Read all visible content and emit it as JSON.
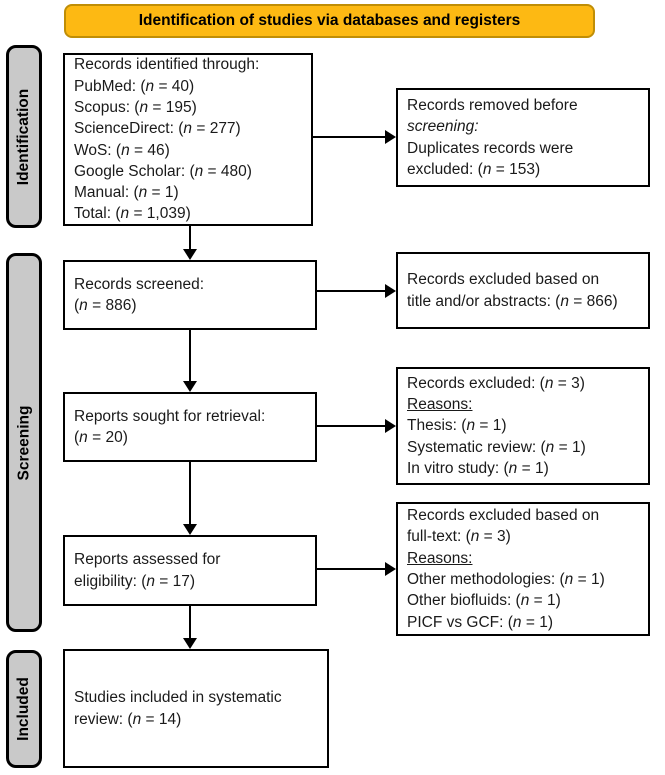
{
  "banner": {
    "label": "Identification of studies via databases and registers"
  },
  "stages": [
    {
      "label": "Identification"
    },
    {
      "label": "Screening"
    },
    {
      "label": "Included"
    }
  ],
  "boxes": {
    "identified": {
      "lines": [
        "Records identified through:",
        "PubMed: (n = 40)",
        "Scopus: (n = 195)",
        "ScienceDirect: (n = 277)",
        "WoS: (n = 46)",
        "Google Scholar: (n = 480)",
        "Manual: (n = 1)",
        "Total: (n = 1,039)"
      ]
    },
    "removed_before_screening": {
      "lines": [
        "Records removed before",
        {
          "text": "screening:",
          "style": "italic"
        },
        "Duplicates records were",
        "excluded: (n = 153)"
      ]
    },
    "screened": {
      "lines": [
        "Records screened:",
        "(n = 886)"
      ]
    },
    "excluded_title_abstract": {
      "lines": [
        "Records excluded based on",
        "title and/or abstracts: (n = 866)"
      ]
    },
    "sought": {
      "lines": [
        "Reports sought for retrieval:",
        "(n = 20)"
      ]
    },
    "excluded_retrieval": {
      "lines": [
        "Records excluded: (n = 3)",
        {
          "text": "Reasons:",
          "style": "underline"
        },
        "Thesis: (n = 1)",
        "Systematic review: (n = 1)",
        "In vitro study: (n = 1)"
      ]
    },
    "assessed": {
      "lines": [
        "Reports assessed for",
        "eligibility: (n = 17)"
      ]
    },
    "excluded_fulltext": {
      "lines": [
        "Records excluded based on",
        "full-text: (n = 3)",
        {
          "text": "Reasons:",
          "style": "underline"
        },
        "Other methodologies: (n = 1)",
        "Other biofluids: (n = 1)",
        "PICF vs GCF: (n = 1)"
      ]
    },
    "included": {
      "lines": [
        "Studies included in systematic",
        "review: (n = 14)"
      ]
    }
  },
  "colors": {
    "banner_fill": "#fdb913",
    "banner_border": "#c08e06",
    "stage_fill": "#c9c9c9",
    "line_color": "#000000"
  }
}
